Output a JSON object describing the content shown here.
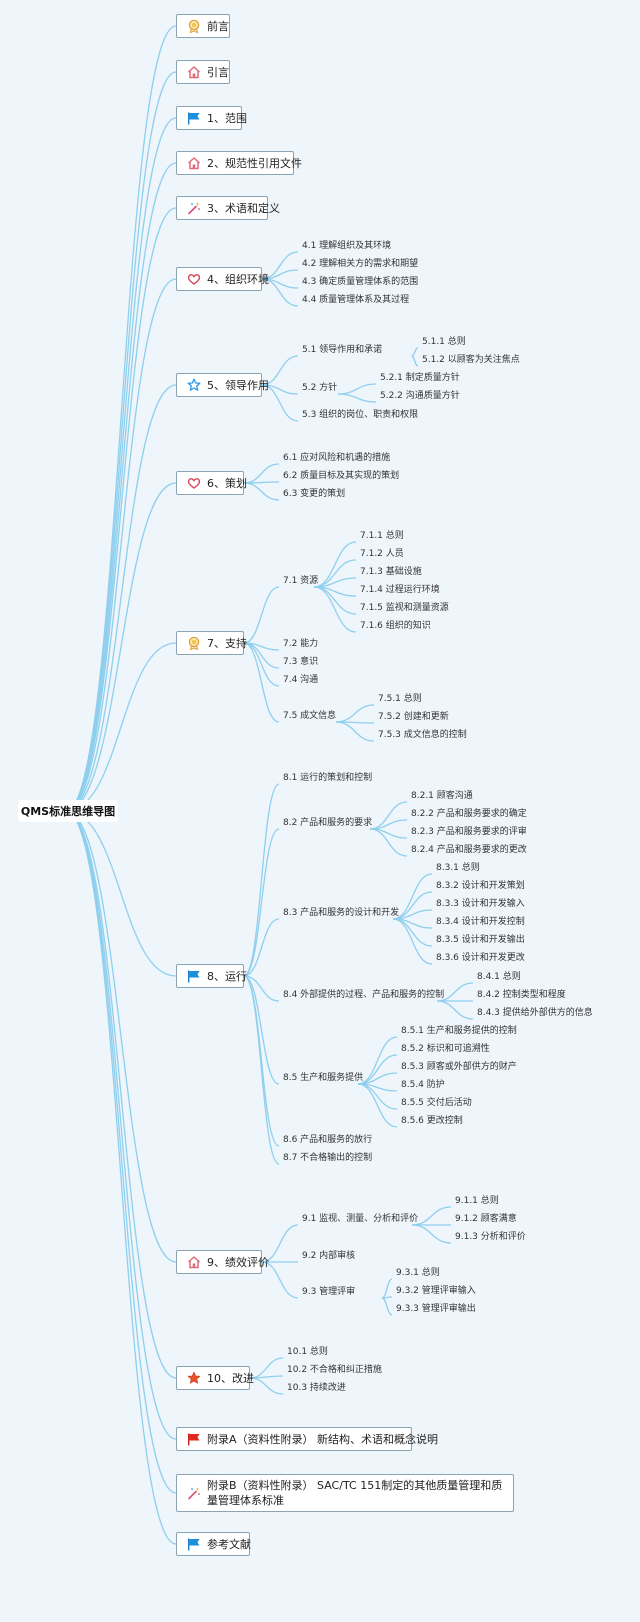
{
  "root": "QMS标准思维导图",
  "sections": [
    {
      "label": "前言",
      "icon": "award-icon"
    },
    {
      "label": "引言",
      "icon": "home-icon"
    },
    {
      "label": "1、范围",
      "icon": "flag-icon"
    },
    {
      "label": "2、规范性引用文件",
      "icon": "home-icon"
    },
    {
      "label": "3、术语和定义",
      "icon": "magic-wand-icon"
    },
    {
      "label": "4、组织环境",
      "icon": "heart-icon"
    },
    {
      "label": "5、领导作用",
      "icon": "star-outline-icon"
    },
    {
      "label": "6、策划",
      "icon": "heart-icon"
    },
    {
      "label": "7、支持",
      "icon": "award-icon"
    },
    {
      "label": "8、运行",
      "icon": "flag-icon"
    },
    {
      "label": "9、绩效评价",
      "icon": "home-icon"
    },
    {
      "label": "10、改进",
      "icon": "star-filled-icon"
    },
    {
      "label": "附录A（资料性附录） 新结构、术语和概念说明",
      "icon": "red-flag-icon"
    },
    {
      "label": "附录B（资料性附录） SAC/TC 151制定的其他质量管理和质量管理体系标准",
      "icon": "magic-wand-icon"
    },
    {
      "label": "参考文献",
      "icon": "flag-icon"
    }
  ],
  "subtopics": {
    "s4": [
      "4.1 理解组织及其环境",
      "4.2 理解相关方的需求和期望",
      "4.3 确定质量管理体系的范围",
      "4.4 质量管理体系及其过程"
    ],
    "s5": [
      "5.1 领导作用和承诺",
      "5.2 方针",
      "5.3 组织的岗位、职责和权限"
    ],
    "s5_1": [
      "5.1.1 总则",
      "5.1.2 以顾客为关注焦点"
    ],
    "s5_2": [
      "5.2.1 制定质量方针",
      "5.2.2 沟通质量方针"
    ],
    "s6": [
      "6.1 应对风险和机遇的措施",
      "6.2 质量目标及其实现的策划",
      "6.3 变更的策划"
    ],
    "s7": [
      "7.1 资源",
      "7.2 能力",
      "7.3 意识",
      "7.4 沟通",
      "7.5 成文信息"
    ],
    "s7_1": [
      "7.1.1 总则",
      "7.1.2 人员",
      "7.1.3 基础设施",
      "7.1.4 过程运行环境",
      "7.1.5 监视和测量资源",
      "7.1.6 组织的知识"
    ],
    "s7_5": [
      "7.5.1 总则",
      "7.5.2 创建和更新",
      "7.5.3 成文信息的控制"
    ],
    "s8": [
      "8.1 运行的策划和控制",
      "8.2 产品和服务的要求",
      "8.3 产品和服务的设计和开发",
      "8.4 外部提供的过程、产品和服务的控制",
      "8.5 生产和服务提供",
      "8.6 产品和服务的放行",
      "8.7 不合格输出的控制"
    ],
    "s8_2": [
      "8.2.1 顾客沟通",
      "8.2.2 产品和服务要求的确定",
      "8.2.3 产品和服务要求的评审",
      "8.2.4 产品和服务要求的更改"
    ],
    "s8_3": [
      "8.3.1 总则",
      "8.3.2 设计和开发策划",
      "8.3.3 设计和开发输入",
      "8.3.4 设计和开发控制",
      "8.3.5 设计和开发输出",
      "8.3.6 设计和开发更改"
    ],
    "s8_4": [
      "8.4.1 总则",
      "8.4.2 控制类型和程度",
      "8.4.3 提供给外部供方的信息"
    ],
    "s8_5": [
      "8.5.1 生产和服务提供的控制",
      "8.5.2 标识和可追溯性",
      "8.5.3 顾客或外部供方的财产",
      "8.5.4 防护",
      "8.5.5 交付后活动",
      "8.5.6 更改控制"
    ],
    "s9": [
      "9.1 监视、测量、分析和评价",
      "9.2 内部审核",
      "9.3 管理评审"
    ],
    "s9_1": [
      "9.1.1 总则",
      "9.1.2 顾客满意",
      "9.1.3 分析和评价"
    ],
    "s9_3": [
      "9.3.1 总则",
      "9.3.2 管理评审输入",
      "9.3.3 管理评审输出"
    ],
    "s10": [
      "10.1 总则",
      "10.2 不合格和纠正措施",
      "10.3 持续改进"
    ]
  }
}
